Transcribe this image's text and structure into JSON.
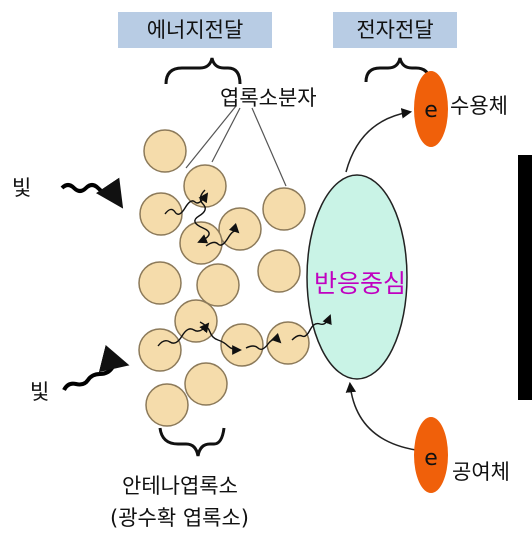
{
  "diagram": {
    "energy_transfer": "에너지전달",
    "electron_transfer": "전자전달",
    "chlorophyll_molecule": "엽록소분자",
    "light_top": "빛",
    "light_bottom": "빛",
    "reaction_center": "반응중심",
    "electron_symbol_top": "e",
    "electron_symbol_bottom": "e",
    "acceptor": "수용체",
    "donor": "공여체",
    "antenna_line1": "안테나엽록소",
    "antenna_line2": "(광수확 엽록소)",
    "colors": {
      "pigment_fill": "#f5dcab",
      "pigment_stroke": "#8c7a5a",
      "reaction_center_fill": "#c9f3e6",
      "electron_fill": "#f0600a",
      "label_box": "#b8cce4",
      "reaction_center_text": "#c000c0"
    }
  }
}
